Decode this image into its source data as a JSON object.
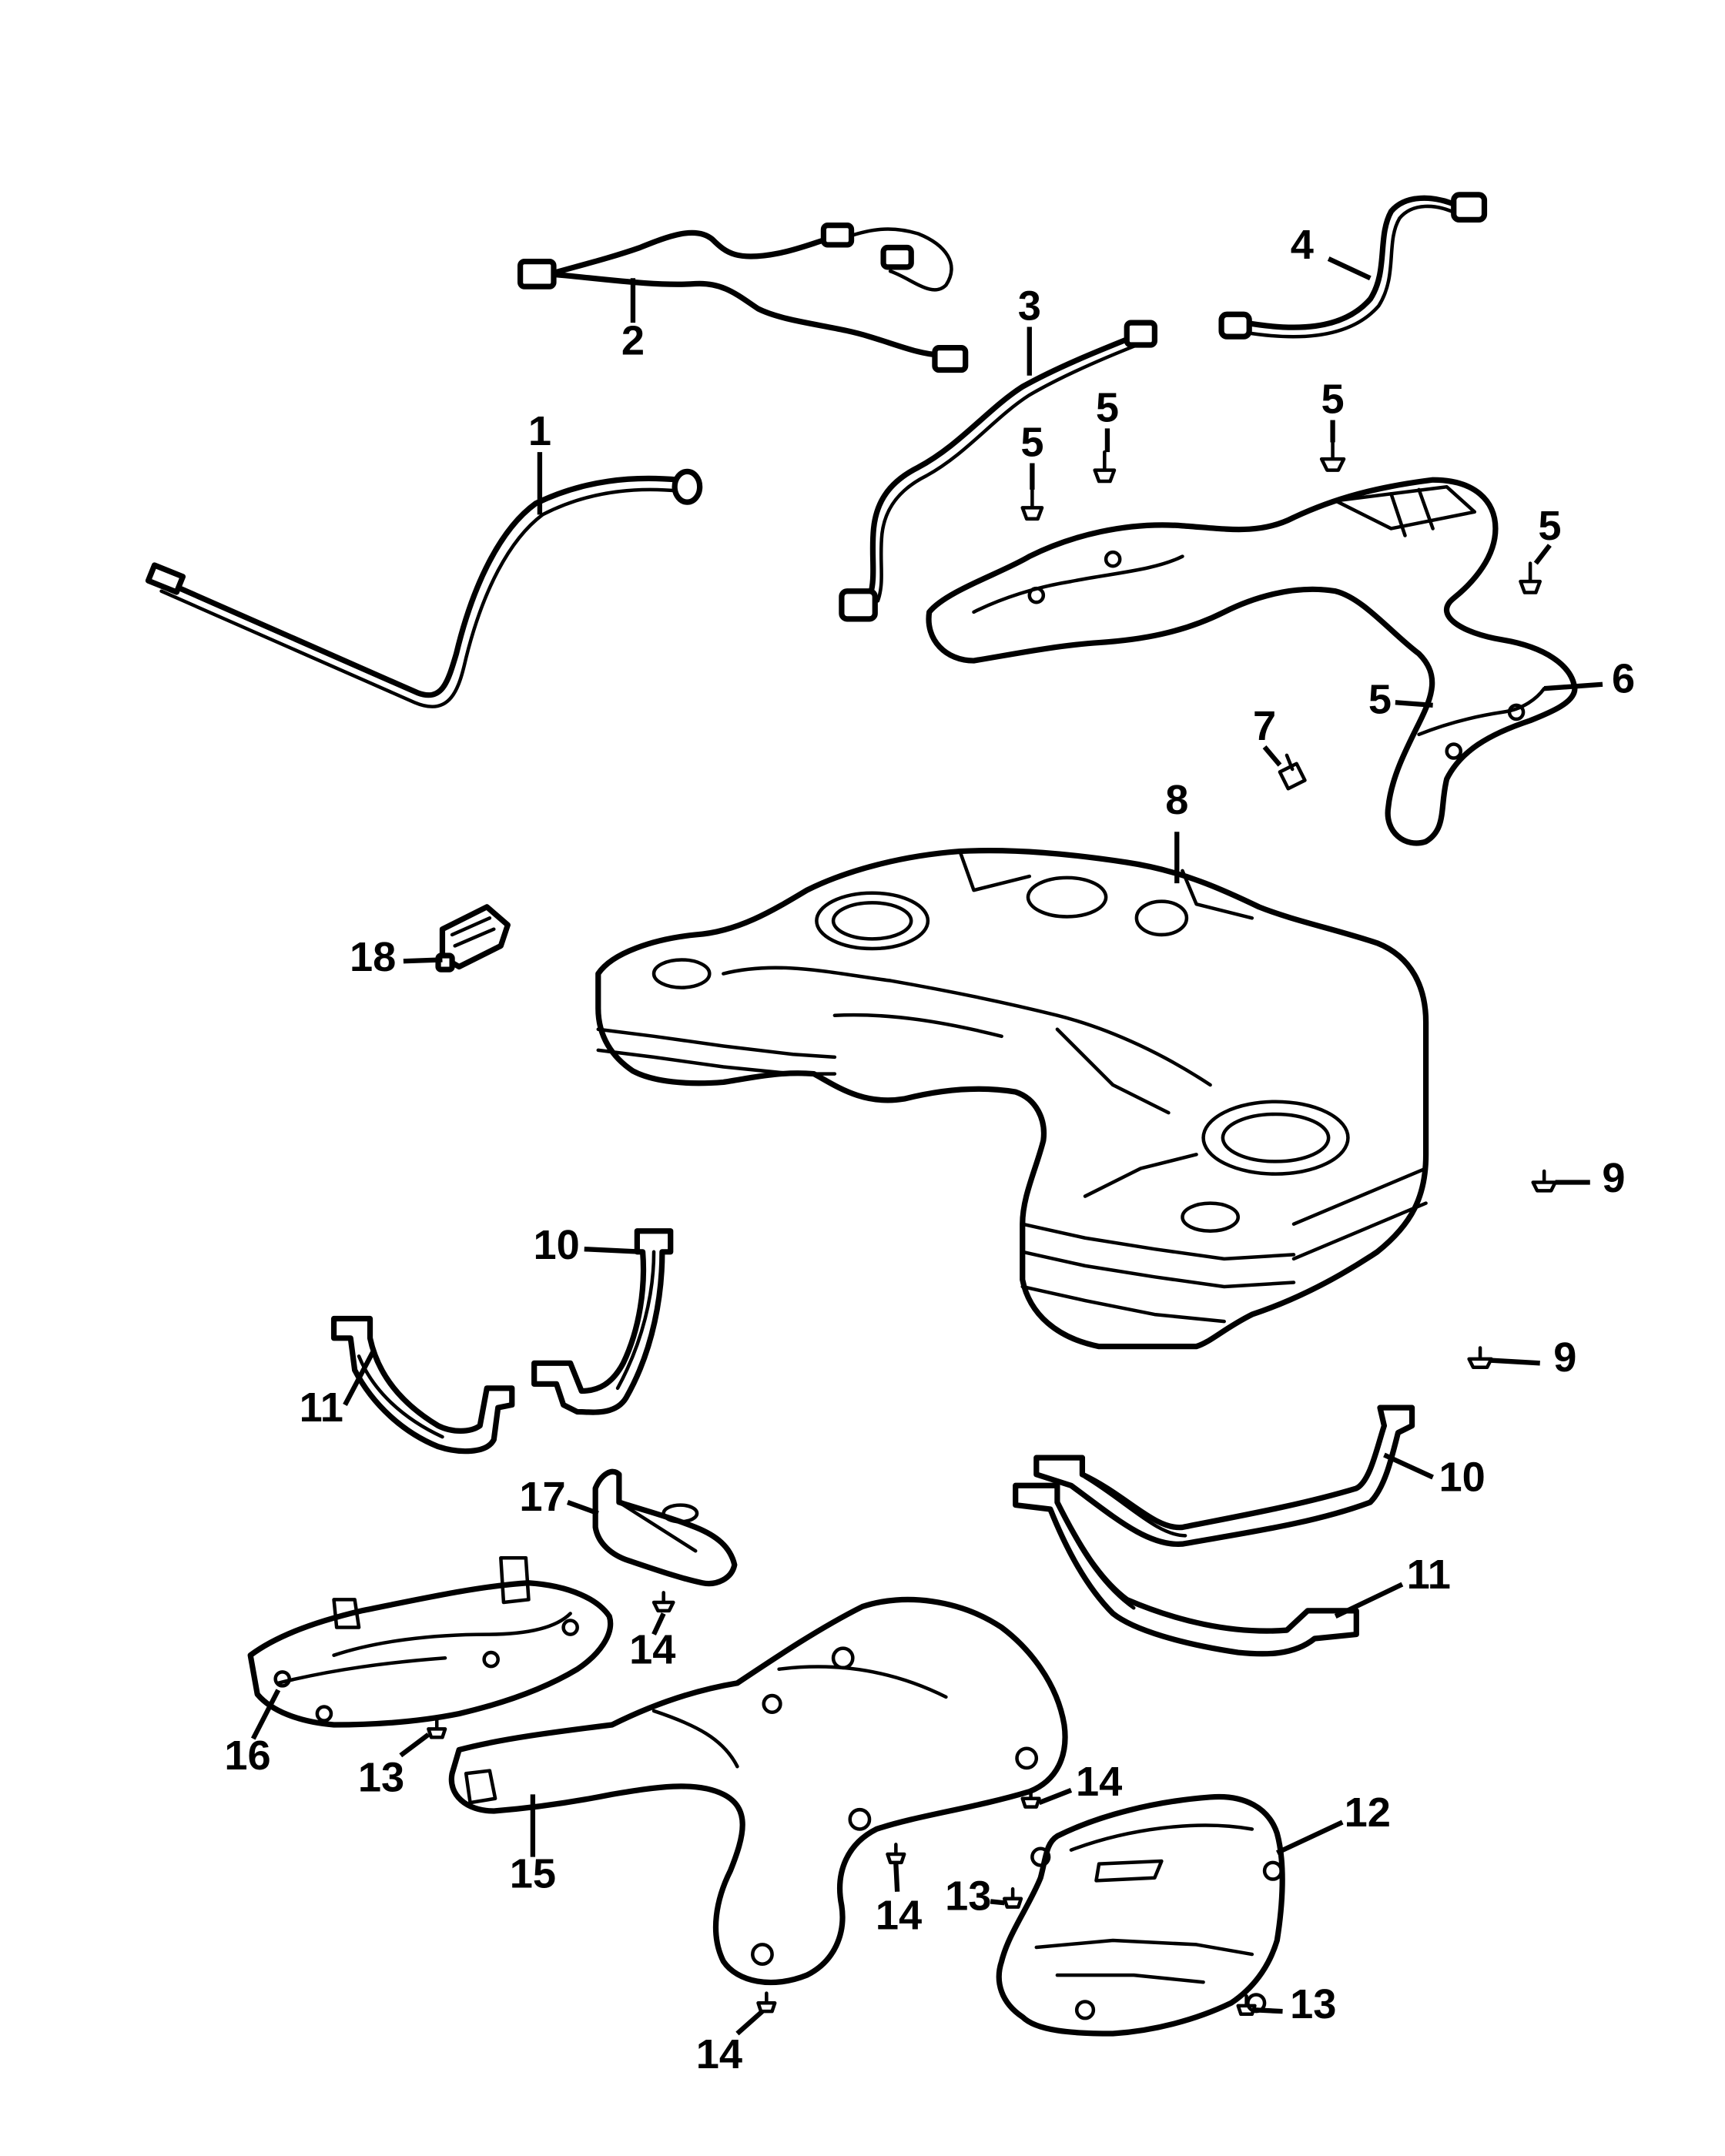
{
  "diagram": {
    "callouts": [
      {
        "id": "c1",
        "label": "1"
      },
      {
        "id": "c2",
        "label": "2"
      },
      {
        "id": "c3",
        "label": "3"
      },
      {
        "id": "c4",
        "label": "4"
      },
      {
        "id": "c5a",
        "label": "5"
      },
      {
        "id": "c5b",
        "label": "5"
      },
      {
        "id": "c5c",
        "label": "5"
      },
      {
        "id": "c5d",
        "label": "5"
      },
      {
        "id": "c5e",
        "label": "5"
      },
      {
        "id": "c6",
        "label": "6"
      },
      {
        "id": "c7",
        "label": "7"
      },
      {
        "id": "c8",
        "label": "8"
      },
      {
        "id": "c9a",
        "label": "9"
      },
      {
        "id": "c9b",
        "label": "9"
      },
      {
        "id": "c10a",
        "label": "10"
      },
      {
        "id": "c10b",
        "label": "10"
      },
      {
        "id": "c11a",
        "label": "11"
      },
      {
        "id": "c11b",
        "label": "11"
      },
      {
        "id": "c12",
        "label": "12"
      },
      {
        "id": "c13a",
        "label": "13"
      },
      {
        "id": "c13b",
        "label": "13"
      },
      {
        "id": "c13c",
        "label": "13"
      },
      {
        "id": "c14a",
        "label": "14"
      },
      {
        "id": "c14b",
        "label": "14"
      },
      {
        "id": "c14c",
        "label": "14"
      },
      {
        "id": "c14d",
        "label": "14"
      },
      {
        "id": "c15",
        "label": "15"
      },
      {
        "id": "c16",
        "label": "16"
      },
      {
        "id": "c17",
        "label": "17"
      },
      {
        "id": "c18",
        "label": "18"
      }
    ]
  }
}
